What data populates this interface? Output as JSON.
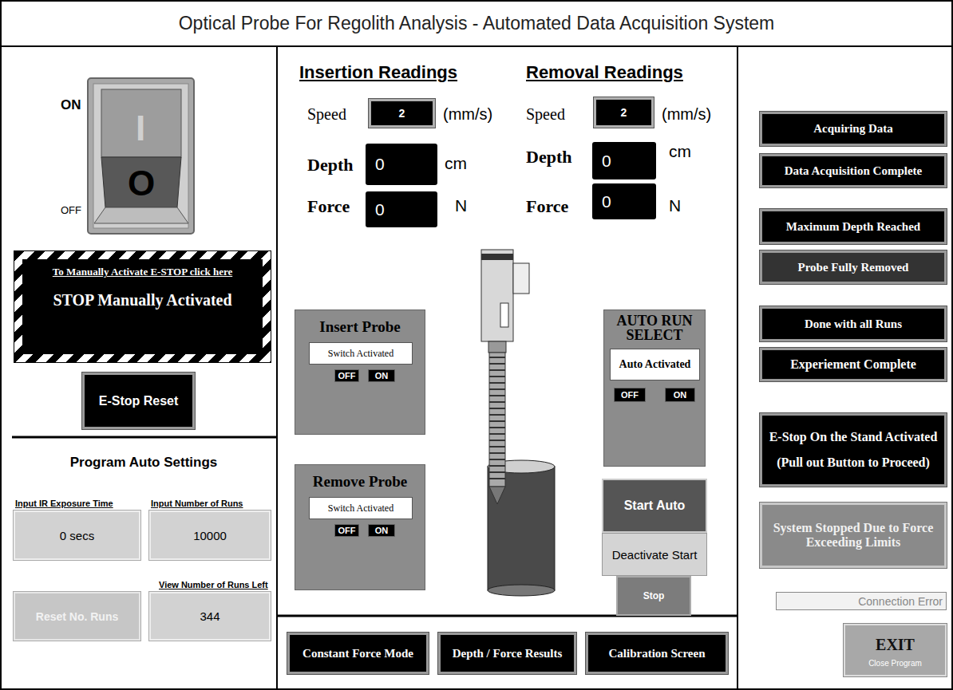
{
  "diagram": {
    "title": "Optical Probe For Regolith Analysis - Automated Data Acquisition System",
    "nodes": [
      {
        "text": [
          "To Manually Activate E-STOP click here",
          "STOP Manually Activated"
        ]
      },
      {
        "text": [
          "E-Stop Reset"
        ]
      },
      {
        "text": [
          "Program Auto Settings"
        ]
      },
      {
        "text": [
          "Input IR Exposure Time",
          "0 secs"
        ],
        "in": 2
      },
      {
        "text": [
          "Input Number of Runs",
          "10000"
        ],
        "in": 2
      },
      {
        "text": [
          "Reset No. Runs"
        ],
        "in": 2
      },
      {
        "text": [
          "View Number of Runs Left",
          "344"
        ],
        "in": 2
      },
      {
        "text": [
          "2"
        ]
      },
      {
        "text": [
          "0"
        ]
      },
      {
        "text": [
          "0"
        ]
      },
      {
        "text": [
          "2"
        ]
      },
      {
        "text": [
          "0"
        ]
      },
      {
        "text": [
          "0"
        ]
      },
      {
        "text": [
          "Insert Probe"
        ]
      },
      {
        "text": [
          "Switch Activated"
        ],
        "in": 13
      },
      {
        "text": [
          "OFF"
        ],
        "in": 13
      },
      {
        "text": [
          "ON"
        ],
        "in": 13
      },
      {
        "text": [
          "Remove Probe"
        ]
      },
      {
        "text": [
          "Switch Activated"
        ],
        "in": 17
      },
      {
        "text": [
          "OFF"
        ],
        "in": 17
      },
      {
        "text": [
          "ON"
        ],
        "in": 17
      },
      {
        "text": [
          "AUTO RUN SELECT"
        ]
      },
      {
        "text": [
          "Auto Activated"
        ],
        "in": 21
      },
      {
        "text": [
          "OFF"
        ],
        "in": 21
      },
      {
        "text": [
          "ON"
        ],
        "in": 21
      },
      {
        "text": [
          "Start Auto"
        ]
      },
      {
        "text": [
          "Deactivate Start"
        ]
      },
      {
        "text": [
          "Stop"
        ]
      },
      {
        "text": [
          "Constant Force Mode"
        ]
      },
      {
        "text": [
          "Depth / Force Results"
        ]
      },
      {
        "text": [
          "Calibration Screen"
        ]
      },
      {
        "text": [
          "Acquiring Data"
        ]
      },
      {
        "text": [
          "Data Acquisition Complete"
        ]
      },
      {
        "text": [
          "Maximum Depth Reached"
        ]
      },
      {
        "text": [
          "Probe Fully Removed"
        ]
      },
      {
        "text": [
          "Done with all Runs"
        ]
      },
      {
        "text": [
          "Experiement Complete"
        ]
      },
      {
        "text": [
          "E-Stop On the Stand Activated",
          "(Pull out Button to Proceed)"
        ]
      },
      {
        "text": [
          "System Stopped Due to Force Exceeding Limits"
        ]
      },
      {
        "text": [
          "Connection Error"
        ]
      },
      {
        "text": [
          "EXIT",
          "Close Program"
        ]
      }
    ],
    "labels": [
      "ON",
      "OFF",
      "I",
      "O",
      "Insertion Readings",
      "Removal Readings",
      "Speed",
      "(mm/s)",
      "Depth",
      "cm",
      "Force",
      "N",
      "Speed",
      "(mm/s)",
      "Depth",
      "cm",
      "Force",
      "N"
    ]
  }
}
